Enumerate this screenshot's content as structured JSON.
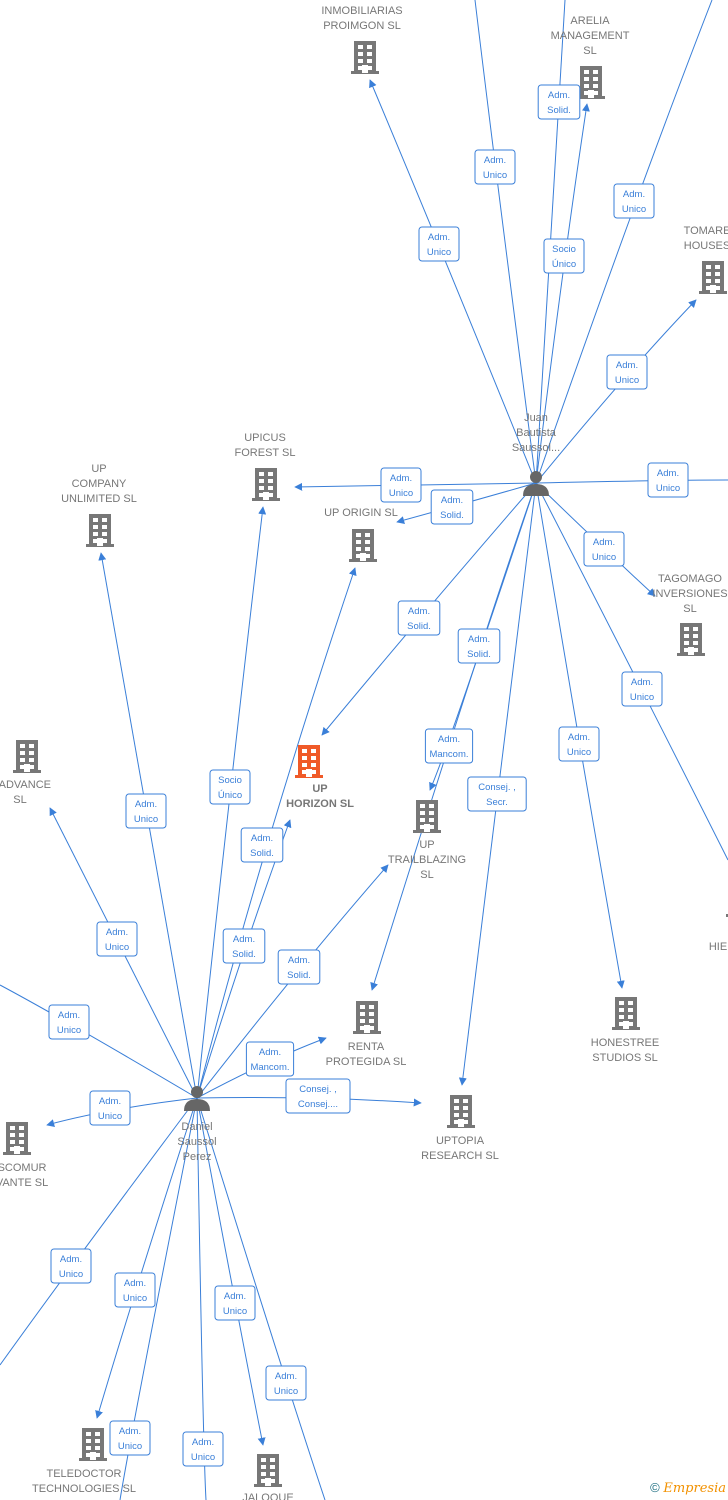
{
  "persons": [
    {
      "id": "juan",
      "lines": [
        "Juan",
        "Bautista",
        "Saussol..."
      ]
    },
    {
      "id": "daniel",
      "lines": [
        "Daniel",
        "Saussol",
        "Perez"
      ]
    }
  ],
  "companies": [
    {
      "id": "inmobiliarias",
      "lines": [
        "INMOBILIARIAS",
        "PROIMGON SL"
      ]
    },
    {
      "id": "arelia",
      "lines": [
        "ARELIA",
        "MANAGEMENT",
        "SL"
      ]
    },
    {
      "id": "tomare",
      "lines": [
        "TOMARE",
        "HOUSES"
      ]
    },
    {
      "id": "upicus",
      "lines": [
        "UPICUS",
        "FOREST  SL"
      ]
    },
    {
      "id": "upcompany",
      "lines": [
        "UP",
        "COMPANY",
        "UNLIMITED  SL"
      ]
    },
    {
      "id": "uporigin",
      "lines": [
        "UP ORIGIN  SL"
      ]
    },
    {
      "id": "tagomago",
      "lines": [
        "TAGOMAGO",
        "INVERSIONES",
        "SL"
      ]
    },
    {
      "id": "upadvance",
      "lines": [
        "P ADVANCE",
        "SL"
      ]
    },
    {
      "id": "uphorizon",
      "lines": [
        "UP",
        "HORIZON  SL"
      ],
      "highlight": true
    },
    {
      "id": "trailblazing",
      "lines": [
        "UP",
        "TRAILBLAZING",
        "SL"
      ]
    },
    {
      "id": "hie",
      "lines": [
        "HIE"
      ]
    },
    {
      "id": "renta",
      "lines": [
        "RENTA",
        "PROTEGIDA SL"
      ]
    },
    {
      "id": "honestree",
      "lines": [
        "HONESTREE",
        "STUDIOS  SL"
      ]
    },
    {
      "id": "uptopia",
      "lines": [
        "UPTOPIA",
        "RESEARCH  SL"
      ]
    },
    {
      "id": "scomur",
      "lines": [
        "SCOMUR",
        "VANTE SL"
      ]
    },
    {
      "id": "teledoctor",
      "lines": [
        "TELEDOCTOR",
        "TECHNOLOGIES SL"
      ]
    },
    {
      "id": "jaloque",
      "lines": [
        "JALOQUE"
      ]
    }
  ],
  "edges": [
    [
      "Adm.",
      "Unico"
    ],
    [
      "Adm.",
      "Unico"
    ],
    [
      "Adm.",
      "Solid."
    ],
    [
      "Socio",
      "Único"
    ],
    [
      "Adm.",
      "Unico"
    ],
    [
      "Adm.",
      "Unico"
    ],
    [
      "Adm.",
      "Unico"
    ],
    [
      "Adm.",
      "Solid."
    ],
    [
      "Adm.",
      "Unico"
    ],
    [
      "Adm.",
      "Unico"
    ],
    [
      "Adm.",
      "Solid."
    ],
    [
      "Adm.",
      "Solid."
    ],
    [
      "Adm.",
      "Mancom."
    ],
    [
      "Consej. ,",
      "Secr."
    ],
    [
      "Adm.",
      "Unico"
    ],
    [
      "Adm.",
      "Unico"
    ],
    [
      "Adm.",
      "Unico"
    ],
    [
      "Socio",
      "Único"
    ],
    [
      "Adm.",
      "Solid."
    ],
    [
      "Adm.",
      "Unico"
    ],
    [
      "Adm.",
      "Solid."
    ],
    [
      "Adm.",
      "Solid."
    ],
    [
      "Adm.",
      "Unico"
    ],
    [
      "Adm.",
      "Mancom."
    ],
    [
      "Consej. ,",
      "Consej...."
    ],
    [
      "Adm.",
      "Unico"
    ],
    [
      "Adm.",
      "Unico"
    ],
    [
      "Adm.",
      "Unico"
    ],
    [
      "Adm.",
      "Unico"
    ],
    [
      "Adm.",
      "Unico"
    ],
    [
      "Adm.",
      "Unico"
    ],
    [
      "Adm.",
      "Unico"
    ]
  ],
  "colors": {
    "edge": "#3a7fd8",
    "company": "#777777",
    "highlight": "#f05a28"
  },
  "footer": {
    "copyright": "©",
    "brand": "Empresia"
  }
}
